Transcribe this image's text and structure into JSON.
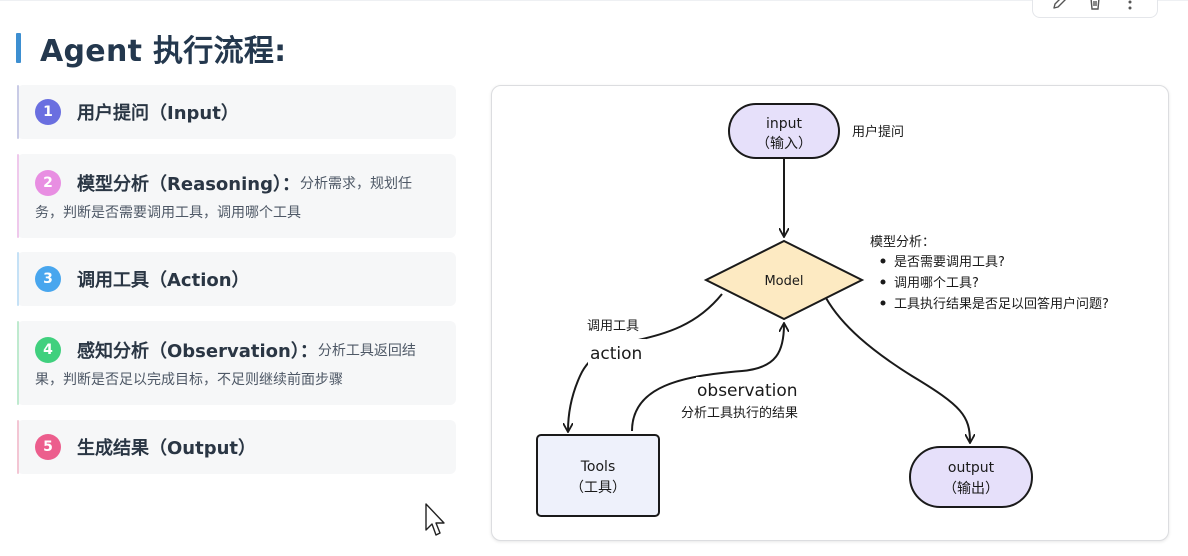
{
  "page": {
    "title": "Agent 执行流程:"
  },
  "steps": [
    {
      "num": "1",
      "head": "用户提问（Input）",
      "desc": "",
      "desc2": "",
      "color": "#6a6fe0",
      "accent": "#c9cbe6"
    },
    {
      "num": "2",
      "head": "模型分析（Reasoning）：",
      "desc": "分析需求，规划任",
      "desc2": "务，判断是否需要调用工具，调用哪个工具",
      "color": "#e88ee2",
      "accent": "#efc9ec"
    },
    {
      "num": "3",
      "head": "调用工具（Action）",
      "desc": "",
      "desc2": "",
      "color": "#48a6ee",
      "accent": "#c5e1f6"
    },
    {
      "num": "4",
      "head": "感知分析（Observation）：",
      "desc": "分析工具返回结",
      "desc2": "果，判断是否足以完成目标，不足则继续前面步骤",
      "color": "#40d07e",
      "accent": "#bfeacf"
    },
    {
      "num": "5",
      "head": "生成结果（Output）",
      "desc": "",
      "desc2": "",
      "color": "#ec5e8d",
      "accent": "#f3c6d4"
    }
  ],
  "diagram": {
    "input_label_1": "input",
    "input_label_2": "（输入）",
    "input_note": "用户提问",
    "model_label": "Model",
    "model_note_title": "模型分析：",
    "model_note_items": [
      "是否需要调用工具?",
      "调用哪个工具?",
      "工具执行结果是否足以回答用户问题?"
    ],
    "action_cn": "调用工具",
    "action_en": "action",
    "observation_en": "observation",
    "observation_cn": "分析工具执行的结果",
    "tools_label_1": "Tools",
    "tools_label_2": "（工具）",
    "output_label_1": "output",
    "output_label_2": "（输出）",
    "colors": {
      "input_fill": "#e6e0fa",
      "model_fill": "#fdeac2",
      "tools_fill": "#eef1fb",
      "output_fill": "#e6e0fa",
      "stroke": "#1a1a1a"
    }
  },
  "toolbar": {
    "icons": [
      "pencil-icon",
      "trash-icon",
      "more-vertical-icon"
    ]
  }
}
